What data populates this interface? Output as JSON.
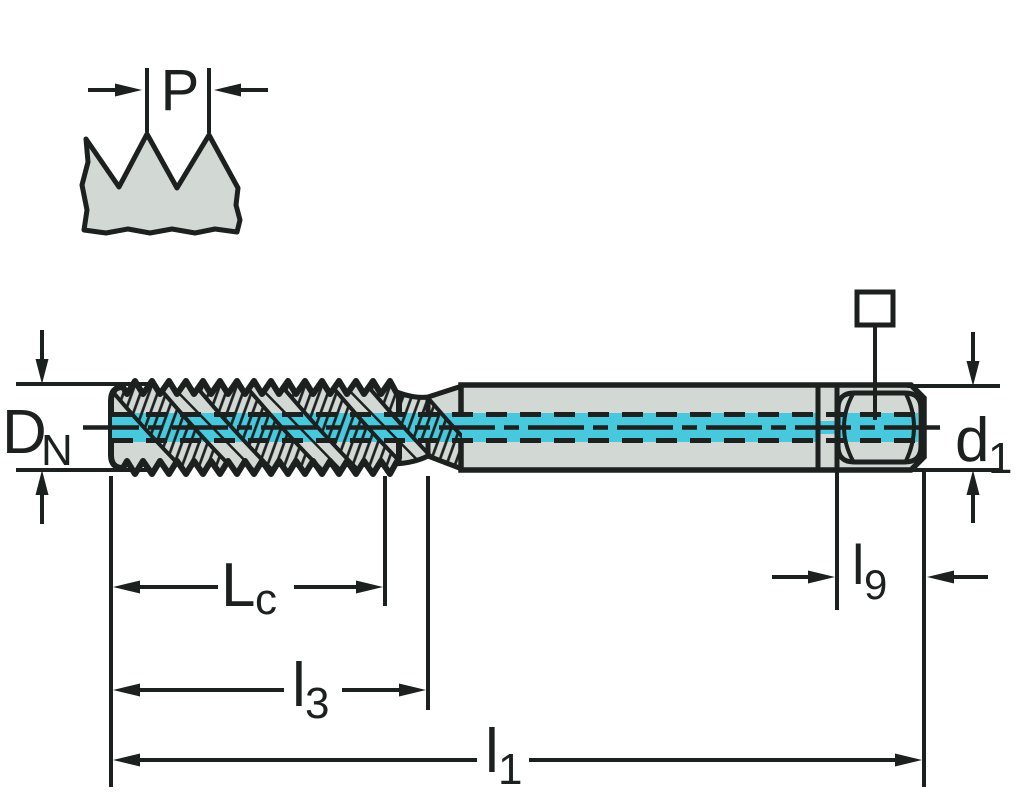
{
  "colors": {
    "background": "#ffffff",
    "body_fill": "#d2d9d5",
    "outline": "#1c201f",
    "centerline_accent": "#47c8dd",
    "symbol_fill": "#ffffff"
  },
  "pitch_detail": {
    "label": "P"
  },
  "dimensions": {
    "nominal_diameter": {
      "main": "D",
      "sub": "N"
    },
    "shank_diameter": {
      "main": "d",
      "sub": "1"
    },
    "chamfer_length": {
      "main": "L",
      "sub": "c"
    },
    "thread_length": {
      "main": "l",
      "sub": "3"
    },
    "overall_length": {
      "main": "l",
      "sub": "1"
    },
    "square_length": {
      "main": "l",
      "sub": "9"
    }
  },
  "symbols": {
    "square_drive": "□"
  }
}
